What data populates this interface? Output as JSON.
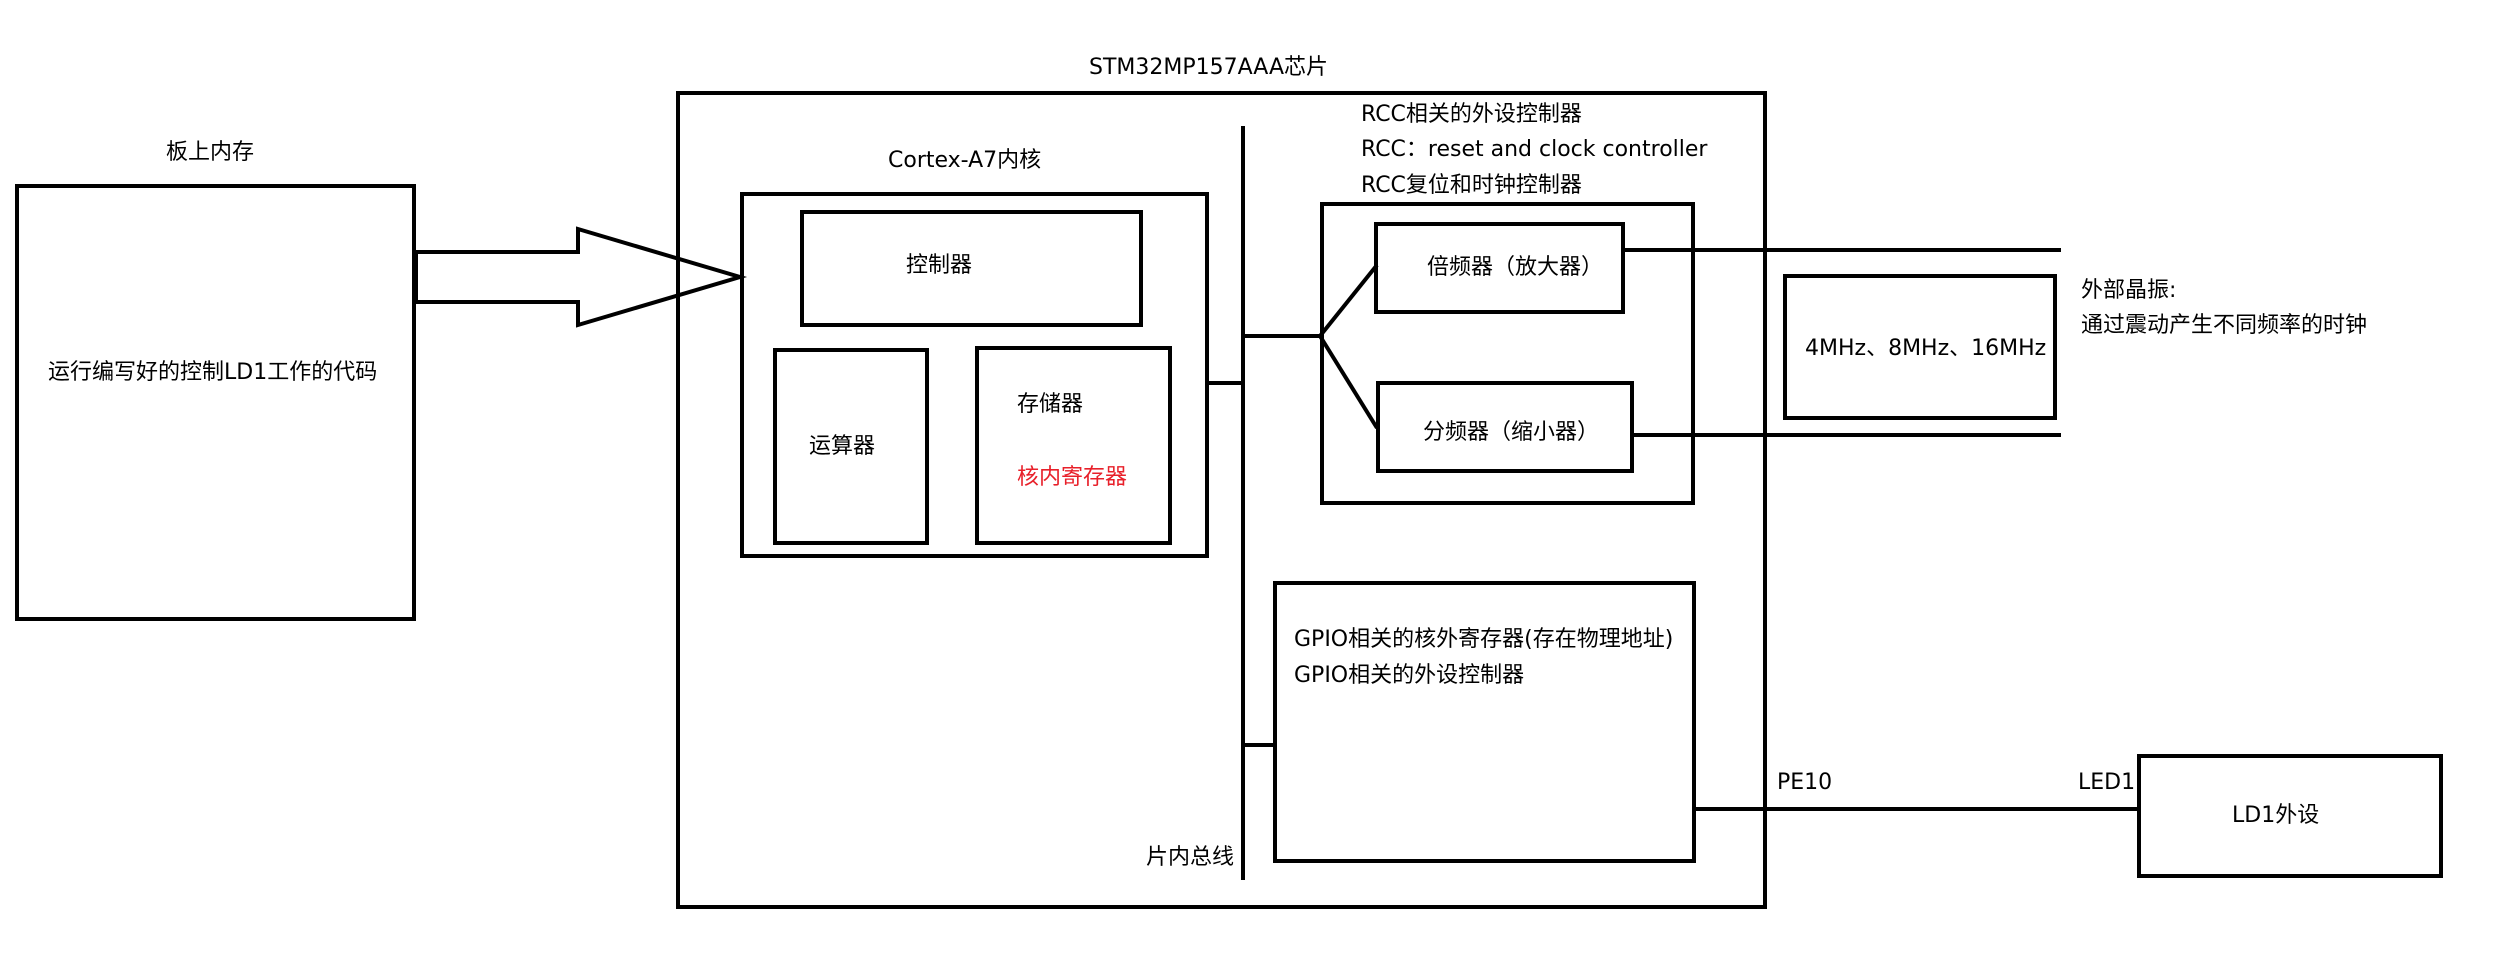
{
  "chip": {
    "title": "STM32MP157AAA芯片"
  },
  "board_memory": {
    "label": "板上内存",
    "content": "运行编写好的控制LD1工作的代码"
  },
  "core": {
    "label": "Cortex-A7内核",
    "controller": "控制器",
    "alu": "运算器",
    "storage": "存储器",
    "core_registers": "核内寄存器"
  },
  "rcc": {
    "line1": "RCC相关的外设控制器",
    "line2": "RCC：reset and clock controller",
    "line3": "RCC复位和时钟控制器",
    "multiplier": "倍频器（放大器）",
    "divider": "分频器（缩小器）"
  },
  "crystal": {
    "box": "4MHz、8MHz、16MHz",
    "caption_line1": "外部晶振:",
    "caption_line2": "通过震动产生不同频率的时钟"
  },
  "gpio": {
    "line1": "GPIO相关的核外寄存器(存在物理地址)",
    "line2": "GPIO相关的外设控制器",
    "pin": "PE10"
  },
  "bus": {
    "label": "片内总线"
  },
  "led": {
    "pin": "LED1",
    "box": "LD1外设"
  },
  "colors": {
    "stroke": "#000000",
    "highlight": "#e8202a"
  }
}
